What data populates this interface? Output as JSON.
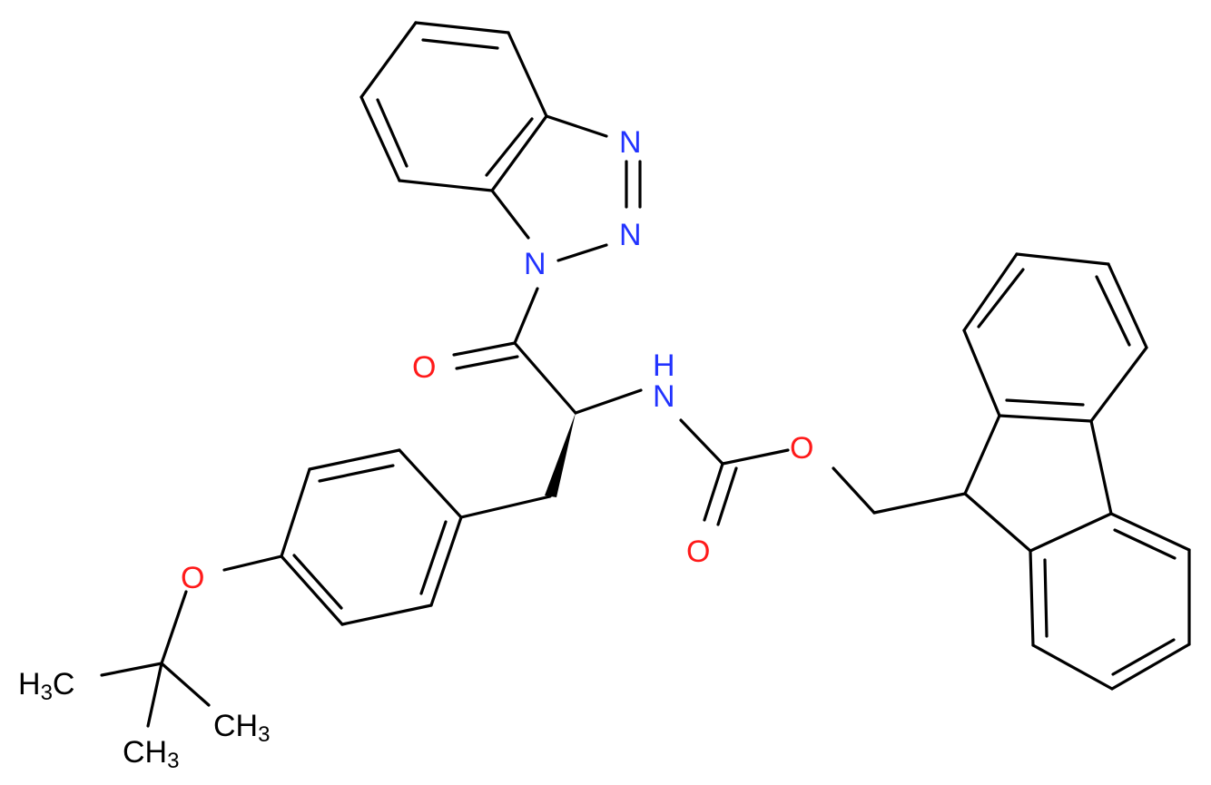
{
  "colors": {
    "bond": "#000000",
    "nitrogen": "#2233ff",
    "oxygen": "#ff1a1a",
    "carbon_label": "#000000",
    "background": "#ffffff"
  },
  "atoms": {
    "n_triazole_top": "N",
    "n_triazole_mid": "N",
    "n_triazole_ring": "N",
    "o_ketone": "O",
    "nh_h": "H",
    "nh_n": "N",
    "o_ester": "O",
    "o_carbonyl": "O",
    "o_ether": "O",
    "ch3_left": {
      "main": "H",
      "sub": "3",
      "tail": "C"
    },
    "ch3_right": {
      "main": "CH",
      "sub": "3"
    },
    "ch3_bottom": {
      "main": "CH",
      "sub": "3"
    }
  }
}
